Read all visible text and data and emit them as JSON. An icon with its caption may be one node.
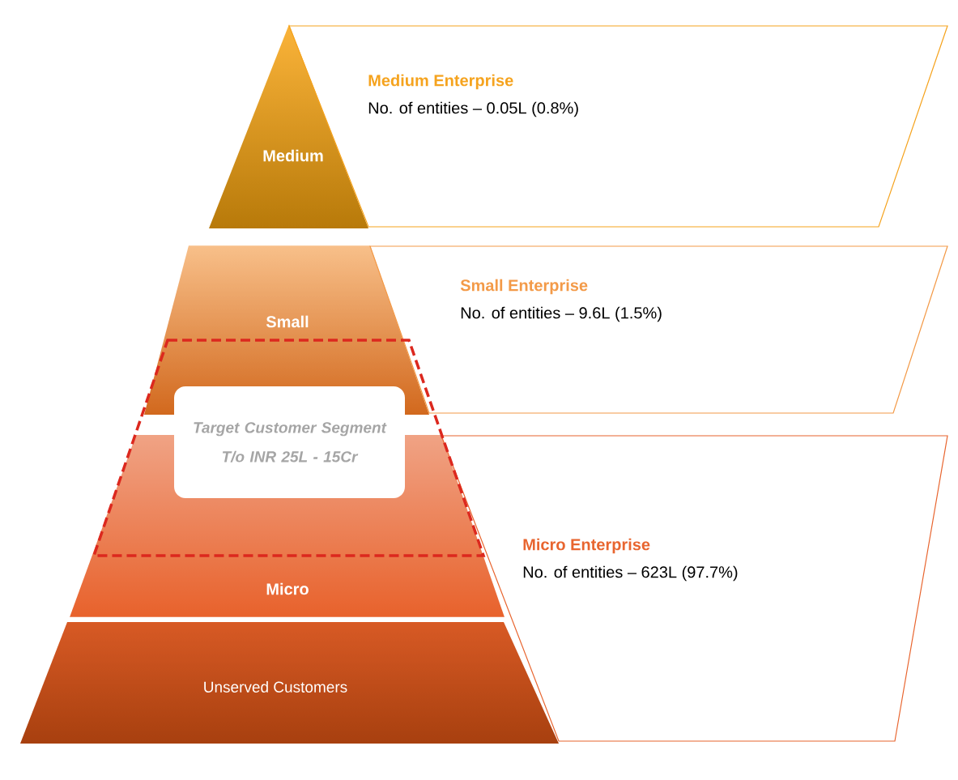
{
  "diagram": {
    "nodes": [
      {
        "text": [
          "Medium"
        ]
      },
      {
        "text": [
          "Medium Enterprise",
          "No. of entities – 0.05L (0.8%)"
        ]
      },
      {
        "text": [
          "Small"
        ]
      },
      {
        "text": [
          "Small Enterprise",
          "No. of entities – 9.6L (1.5%)"
        ]
      },
      {
        "text": [
          "Micro"
        ]
      },
      {
        "text": [
          "Micro Enterprise",
          "No. of entities – 623L (97.7%)"
        ]
      },
      {
        "text": [
          "Unserved Customers"
        ]
      },
      {
        "text": [],
        "shape": "trapezoid"
      },
      {
        "text": [
          "Target Customer Segment T/o INR 25L - 15Cr"
        ],
        "in": 7
      }
    ]
  }
}
